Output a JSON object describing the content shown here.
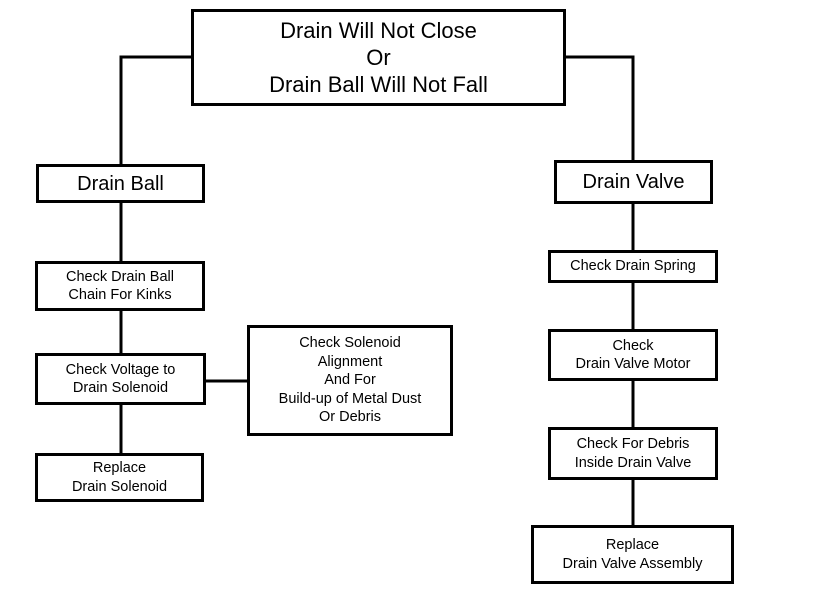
{
  "flowchart": {
    "root": {
      "label": "Drain Will Not Close\nOr\nDrain Ball Will Not Fall"
    },
    "branches": [
      {
        "header": "Drain Ball",
        "steps": [
          "Check Drain Ball\nChain For Kinks",
          "Check Voltage to\nDrain Solenoid",
          "Replace\nDrain Solenoid"
        ],
        "side_step": "Check Solenoid\nAlignment\nAnd For\nBuild-up of Metal Dust\nOr Debris"
      },
      {
        "header": "Drain Valve",
        "steps": [
          "Check Drain Spring",
          "Check\nDrain Valve Motor",
          "Check For Debris\nInside Drain Valve",
          "Replace\nDrain Valve Assembly"
        ]
      }
    ]
  }
}
